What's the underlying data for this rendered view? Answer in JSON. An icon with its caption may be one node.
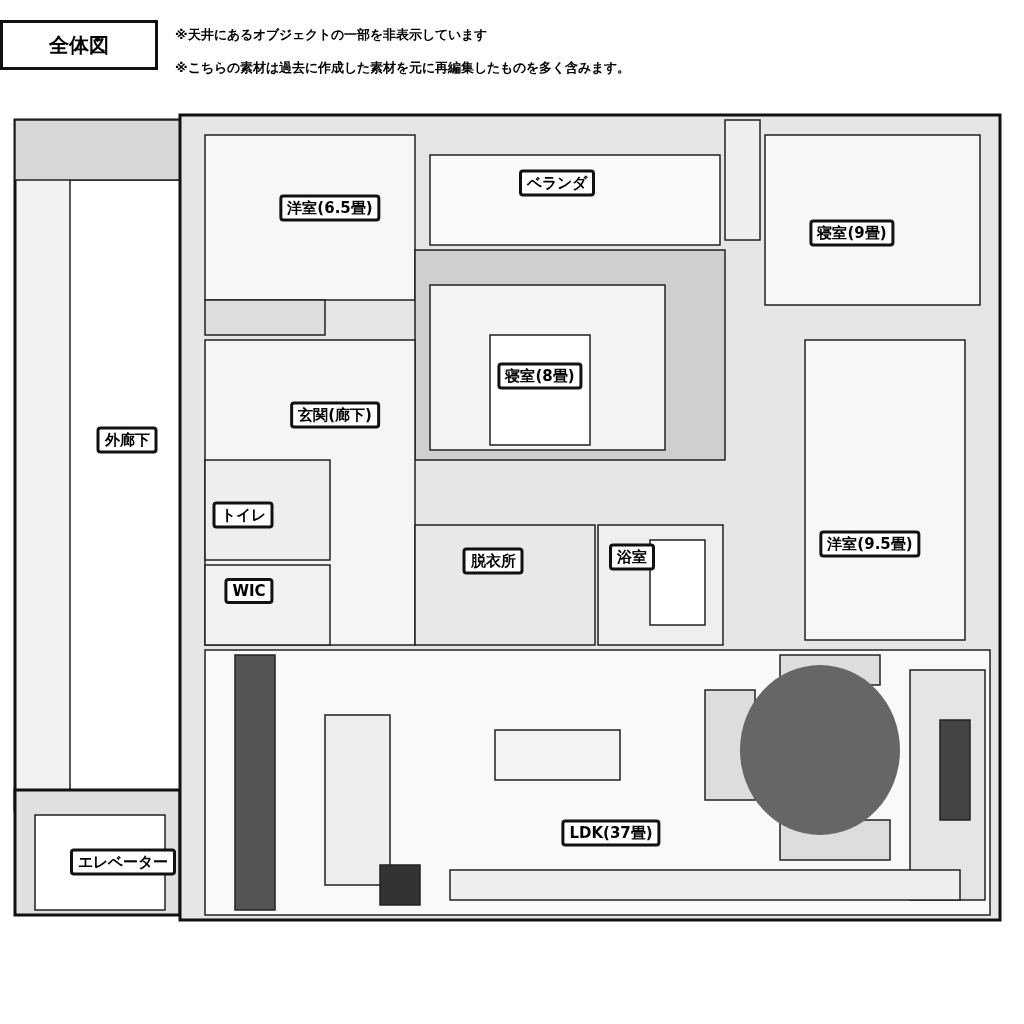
{
  "diagram": {
    "title": "全体図",
    "labels": [
      "※天井にあるオブジェクトの一部を非表示しています",
      "※こちらの素材は過去に作成した素材を元に再編集したものを多く含みます。",
      "洋室(6.5畳)",
      "ベランダ",
      "寝室(9畳)",
      "寝室(8畳)",
      "玄関(廊下)",
      "外廊下",
      "トイレ",
      "洋室(9.5畳)",
      "脱衣所",
      "浴室",
      "WIC",
      "エレベーター",
      "LDK(37畳)"
    ]
  }
}
